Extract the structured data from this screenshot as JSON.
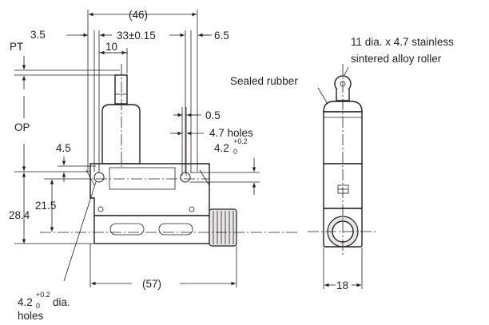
{
  "dims": {
    "overall_width": "(46)",
    "offset_left": "3.5",
    "hole_spacing": "33±0.15",
    "offset_right": "6.5",
    "plunger_width": "10",
    "pt": "PT",
    "op": "OP",
    "hole_gap": "0.5",
    "mount_holes": "4.7 holes",
    "hole_dia_base": "4.2",
    "tol_upper": "+0.2",
    "tol_lower": "0",
    "offset_45": "4.5",
    "height_215": "21.5",
    "height_284": "28.4",
    "base_width": "(57)",
    "depth": "18",
    "dia_suffix": "dia.",
    "holes_word": "holes"
  },
  "callouts": {
    "roller_line1": "11 dia. x 4.7 stainless",
    "roller_line2": "sintered alloy roller",
    "sealed_rubber": "Sealed rubber"
  }
}
